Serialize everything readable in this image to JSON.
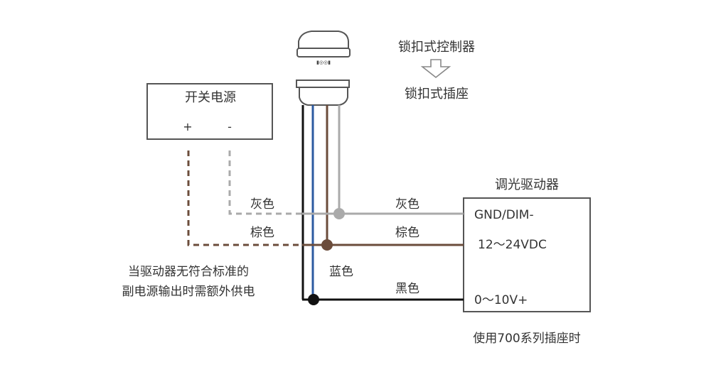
{
  "controller_label": "锁扣式控制器",
  "socket_label": "锁扣式插座",
  "device_marking": "▮◎◎▮",
  "power_supply": {
    "title": "开关电源",
    "plus": "+",
    "minus": "-"
  },
  "driver": {
    "title": "调光驱动器",
    "terminal_gnd": "GND/DIM-",
    "terminal_vdc": "12～24VDC",
    "terminal_dim": "0～10V+"
  },
  "wires": {
    "gray_left": "灰色",
    "gray_right": "灰色",
    "brown_left": "棕色",
    "brown_right": "棕色",
    "blue": "蓝色",
    "black": "黑色"
  },
  "note": {
    "line1": "当驱动器无符合标准的",
    "line2": "副电源输出时需额外供电"
  },
  "footer": "使用700系列插座时",
  "colors": {
    "gray": "#aaaaaa",
    "brown": "#6b4c3b",
    "blue": "#2c5aa0",
    "black": "#111111",
    "outline": "#555555"
  }
}
